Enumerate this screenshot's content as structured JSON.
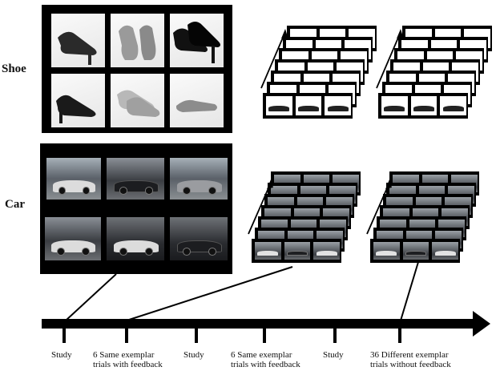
{
  "rows": {
    "shoe_label": "Shoe",
    "car_label": "Car"
  },
  "timeline": {
    "labels": [
      {
        "line1": "Study",
        "line2": ""
      },
      {
        "line1": "6 Same exemplar",
        "line2": "trials with feedback"
      },
      {
        "line1": "Study",
        "line2": ""
      },
      {
        "line1": "6 Same exemplar",
        "line2": "trials with feedback"
      },
      {
        "line1": "Study",
        "line2": ""
      },
      {
        "line1": "36 Different exemplar",
        "line2": "trials without feedback"
      }
    ]
  },
  "colors": {
    "panel": "#000000",
    "arrow": "#000000",
    "background": "#ffffff"
  }
}
